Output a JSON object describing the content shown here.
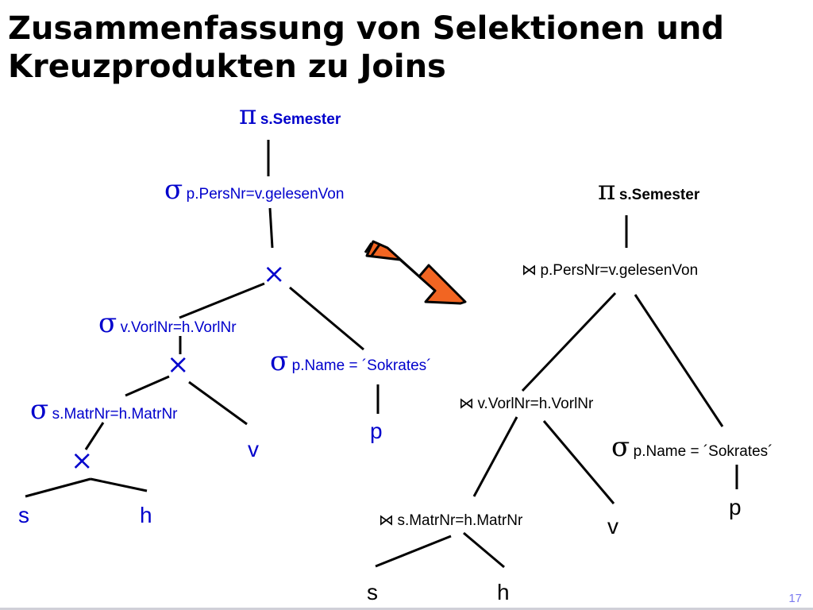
{
  "title": {
    "line1": "Zusammenfassung von Selektionen und",
    "line2": "Kreuzprodukten zu Joins"
  },
  "left_tree": {
    "projection": {
      "symbol": "π",
      "subscript": "s.Semester"
    },
    "select_top": {
      "symbol": "σ",
      "subscript": "p.PersNr=v.gelesenVon"
    },
    "cross_top": "×",
    "select_vorl": {
      "symbol": "σ",
      "subscript": "v.VorlNr=h.VorlNr"
    },
    "cross_mid": "×",
    "select_matr": {
      "symbol": "σ",
      "subscript": "s.MatrNr=h.MatrNr"
    },
    "cross_bottom": "×",
    "select_name": {
      "symbol": "σ",
      "subscript": "p.Name = ´Sokrates´"
    },
    "leaves": {
      "s": "s",
      "h": "h",
      "v": "v",
      "p": "p"
    }
  },
  "right_tree": {
    "projection": {
      "symbol": "π",
      "subscript": "s.Semester"
    },
    "join_top": {
      "symbol": "⋈",
      "subscript": "p.PersNr=v.gelesenVon"
    },
    "join_vorl": {
      "symbol": "⋈",
      "subscript": "v.VorlNr=h.VorlNr"
    },
    "join_matr": {
      "symbol": "⋈",
      "subscript": "s.MatrNr=h.MatrNr"
    },
    "select_name": {
      "symbol": "σ",
      "subscript": "p.Name = ´Sokrates´"
    },
    "leaves": {
      "s": "s",
      "h": "h",
      "v": "v",
      "p": "p"
    }
  },
  "arrow": {
    "fill": "#f26522",
    "stroke": "#000000"
  },
  "colors": {
    "operators_left": "#0000cc",
    "text_right": "#000000"
  },
  "page_number": "17"
}
